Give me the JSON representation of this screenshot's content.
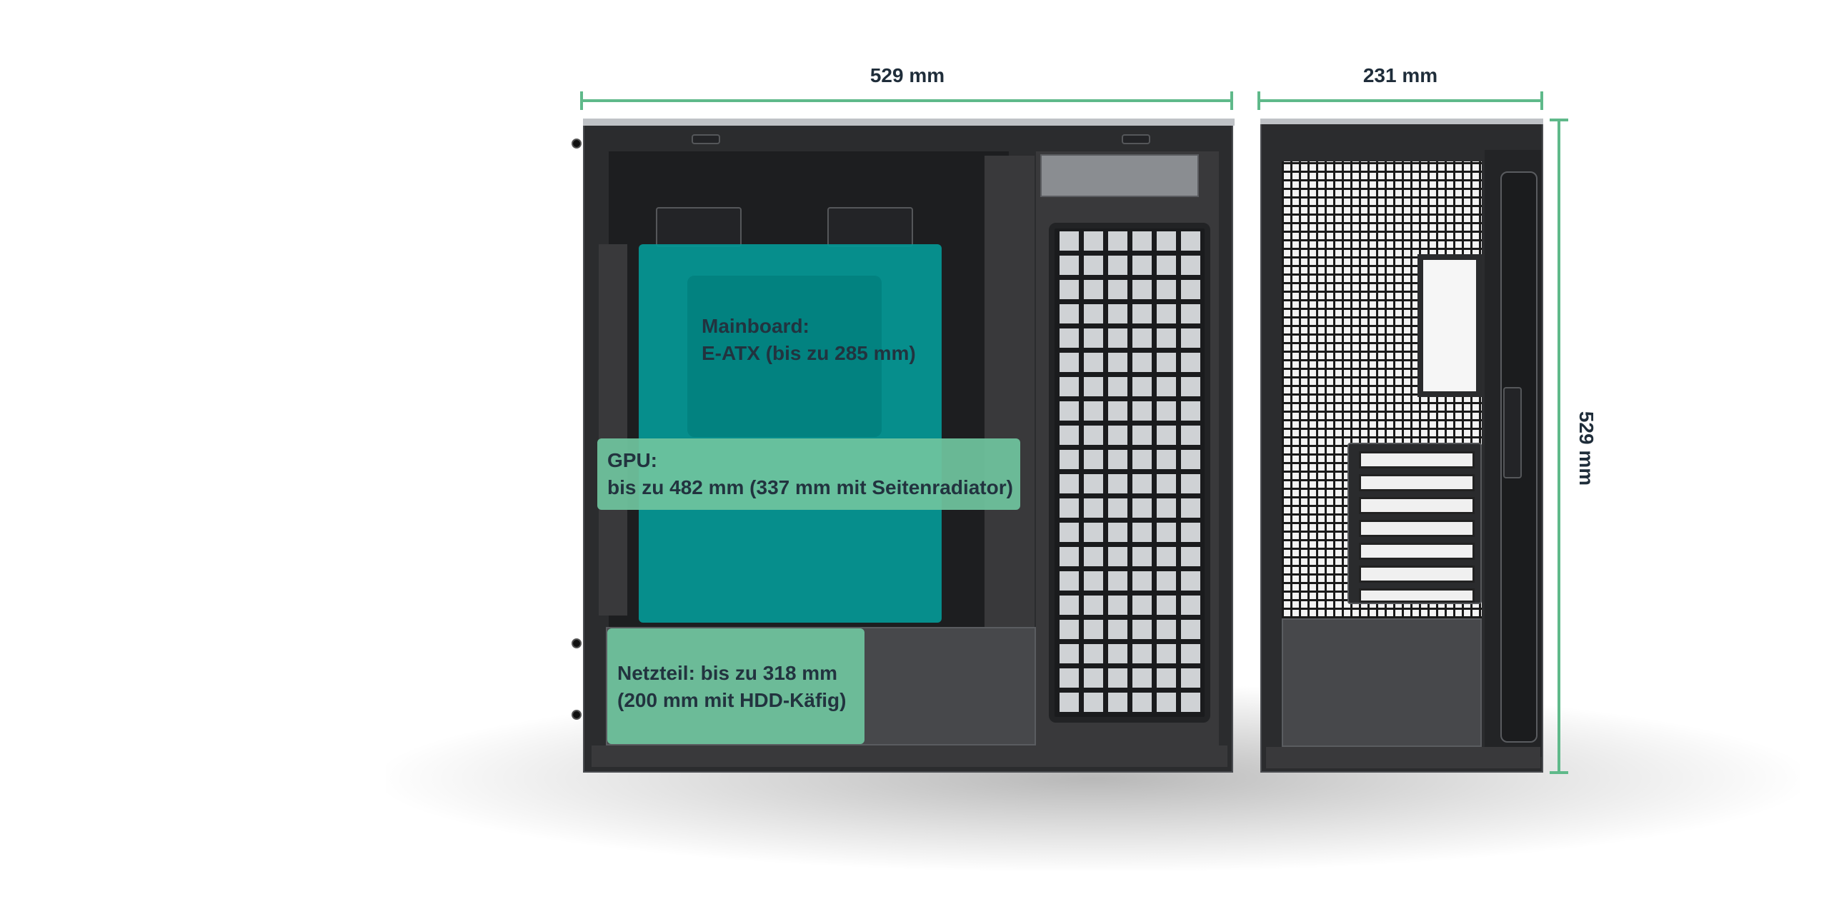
{
  "dimensions": {
    "width_main": "529 mm",
    "width_side": "231 mm",
    "height": "529 mm"
  },
  "overlays": {
    "mainboard": {
      "line1": "Mainboard:",
      "line2": "E-ATX (bis zu 285 mm)"
    },
    "gpu": {
      "line1": "GPU:",
      "line2": "bis zu 482 mm (337 mm mit Seitenradiator)"
    },
    "psu": {
      "line1": "Netzteil: bis zu 318 mm",
      "line2": "(200 mm mit HDD-Käfig)"
    }
  },
  "colors": {
    "dimension_line": "#5fb98a",
    "mainboard_overlay": "#049896",
    "gpu_psu_overlay": "#6fc49e",
    "case": "#2b2c2e"
  }
}
